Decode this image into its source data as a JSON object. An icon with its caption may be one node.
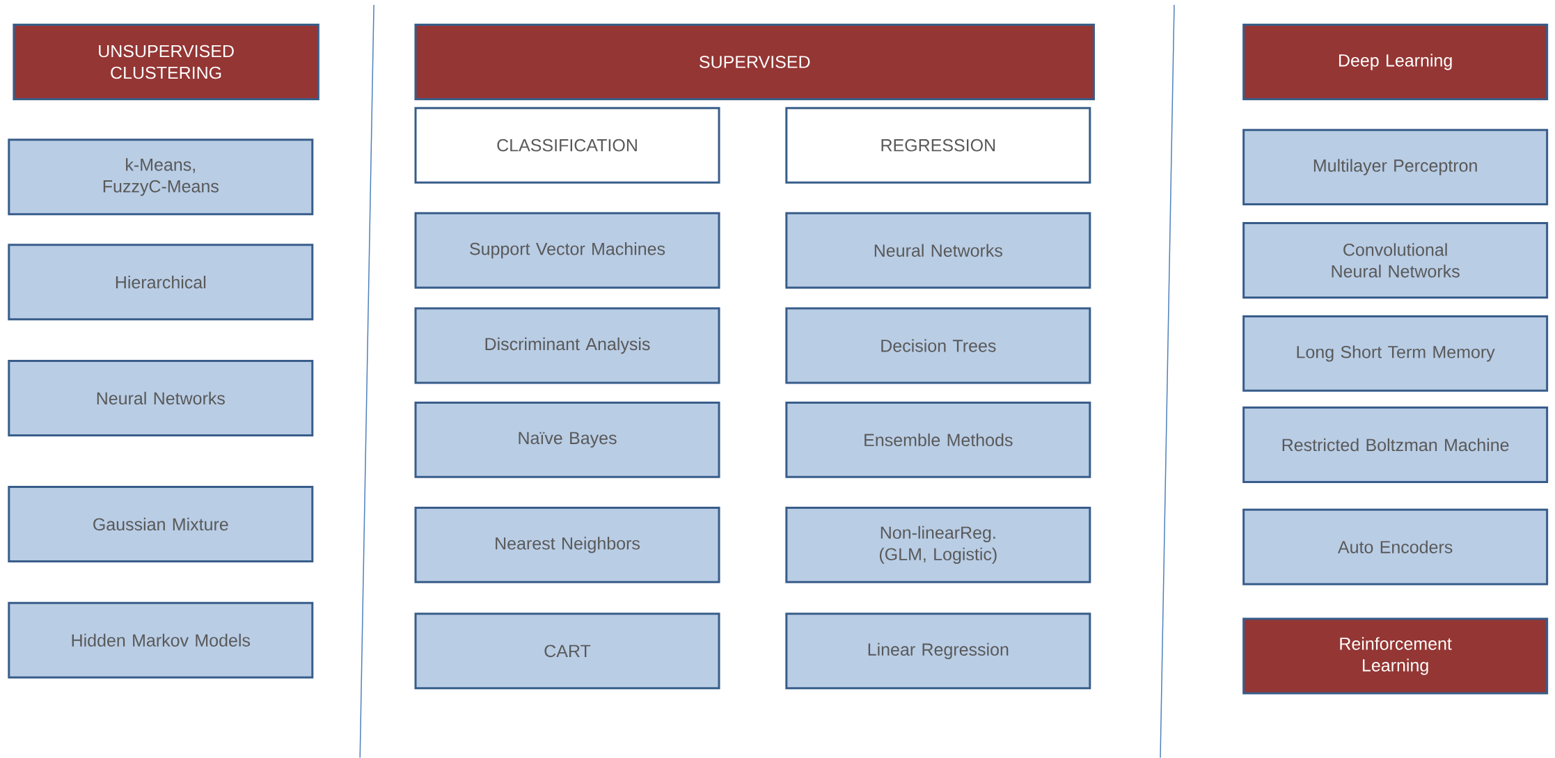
{
  "diagram": {
    "nodes": [
      {
        "text": [
          "UNSUPERVISED CLUSTERING"
        ]
      },
      {
        "text": [
          "k-Means, FuzzyC-Means"
        ]
      },
      {
        "text": [
          "Hierarchical"
        ]
      },
      {
        "text": [
          "Neural Networks"
        ]
      },
      {
        "text": [
          "Gaussian Mixture"
        ]
      },
      {
        "text": [
          "Hidden Markov Models"
        ]
      },
      {
        "text": [
          "SUPERVISED"
        ]
      },
      {
        "text": [
          "CLASSIFICATION"
        ]
      },
      {
        "text": [
          "REGRESSION"
        ]
      },
      {
        "text": [
          "Support Vector Machines"
        ]
      },
      {
        "text": [
          "Discriminant Analysis"
        ]
      },
      {
        "text": [
          "Naïve Bayes"
        ]
      },
      {
        "text": [
          "Nearest Neighbors"
        ]
      },
      {
        "text": [
          "CART"
        ]
      },
      {
        "text": [
          "Neural Networks"
        ]
      },
      {
        "text": [
          "Decision Trees"
        ]
      },
      {
        "text": [
          "Ensemble Methods"
        ]
      },
      {
        "text": [
          "Non-linearReg. (GLM, Logistic)"
        ]
      },
      {
        "text": [
          "Linear Regression"
        ]
      },
      {
        "text": [
          "Deep Learning"
        ]
      },
      {
        "text": [
          "Multilayer Perceptron"
        ]
      },
      {
        "text": [
          "Convolutional Neural Networks"
        ]
      },
      {
        "text": [
          "Long Short Term Memory"
        ]
      },
      {
        "text": [
          "Restricted Boltzman Machine"
        ]
      },
      {
        "text": [
          "Auto Encoders"
        ]
      },
      {
        "text": [
          "Reinforcement Learning"
        ]
      }
    ]
  }
}
